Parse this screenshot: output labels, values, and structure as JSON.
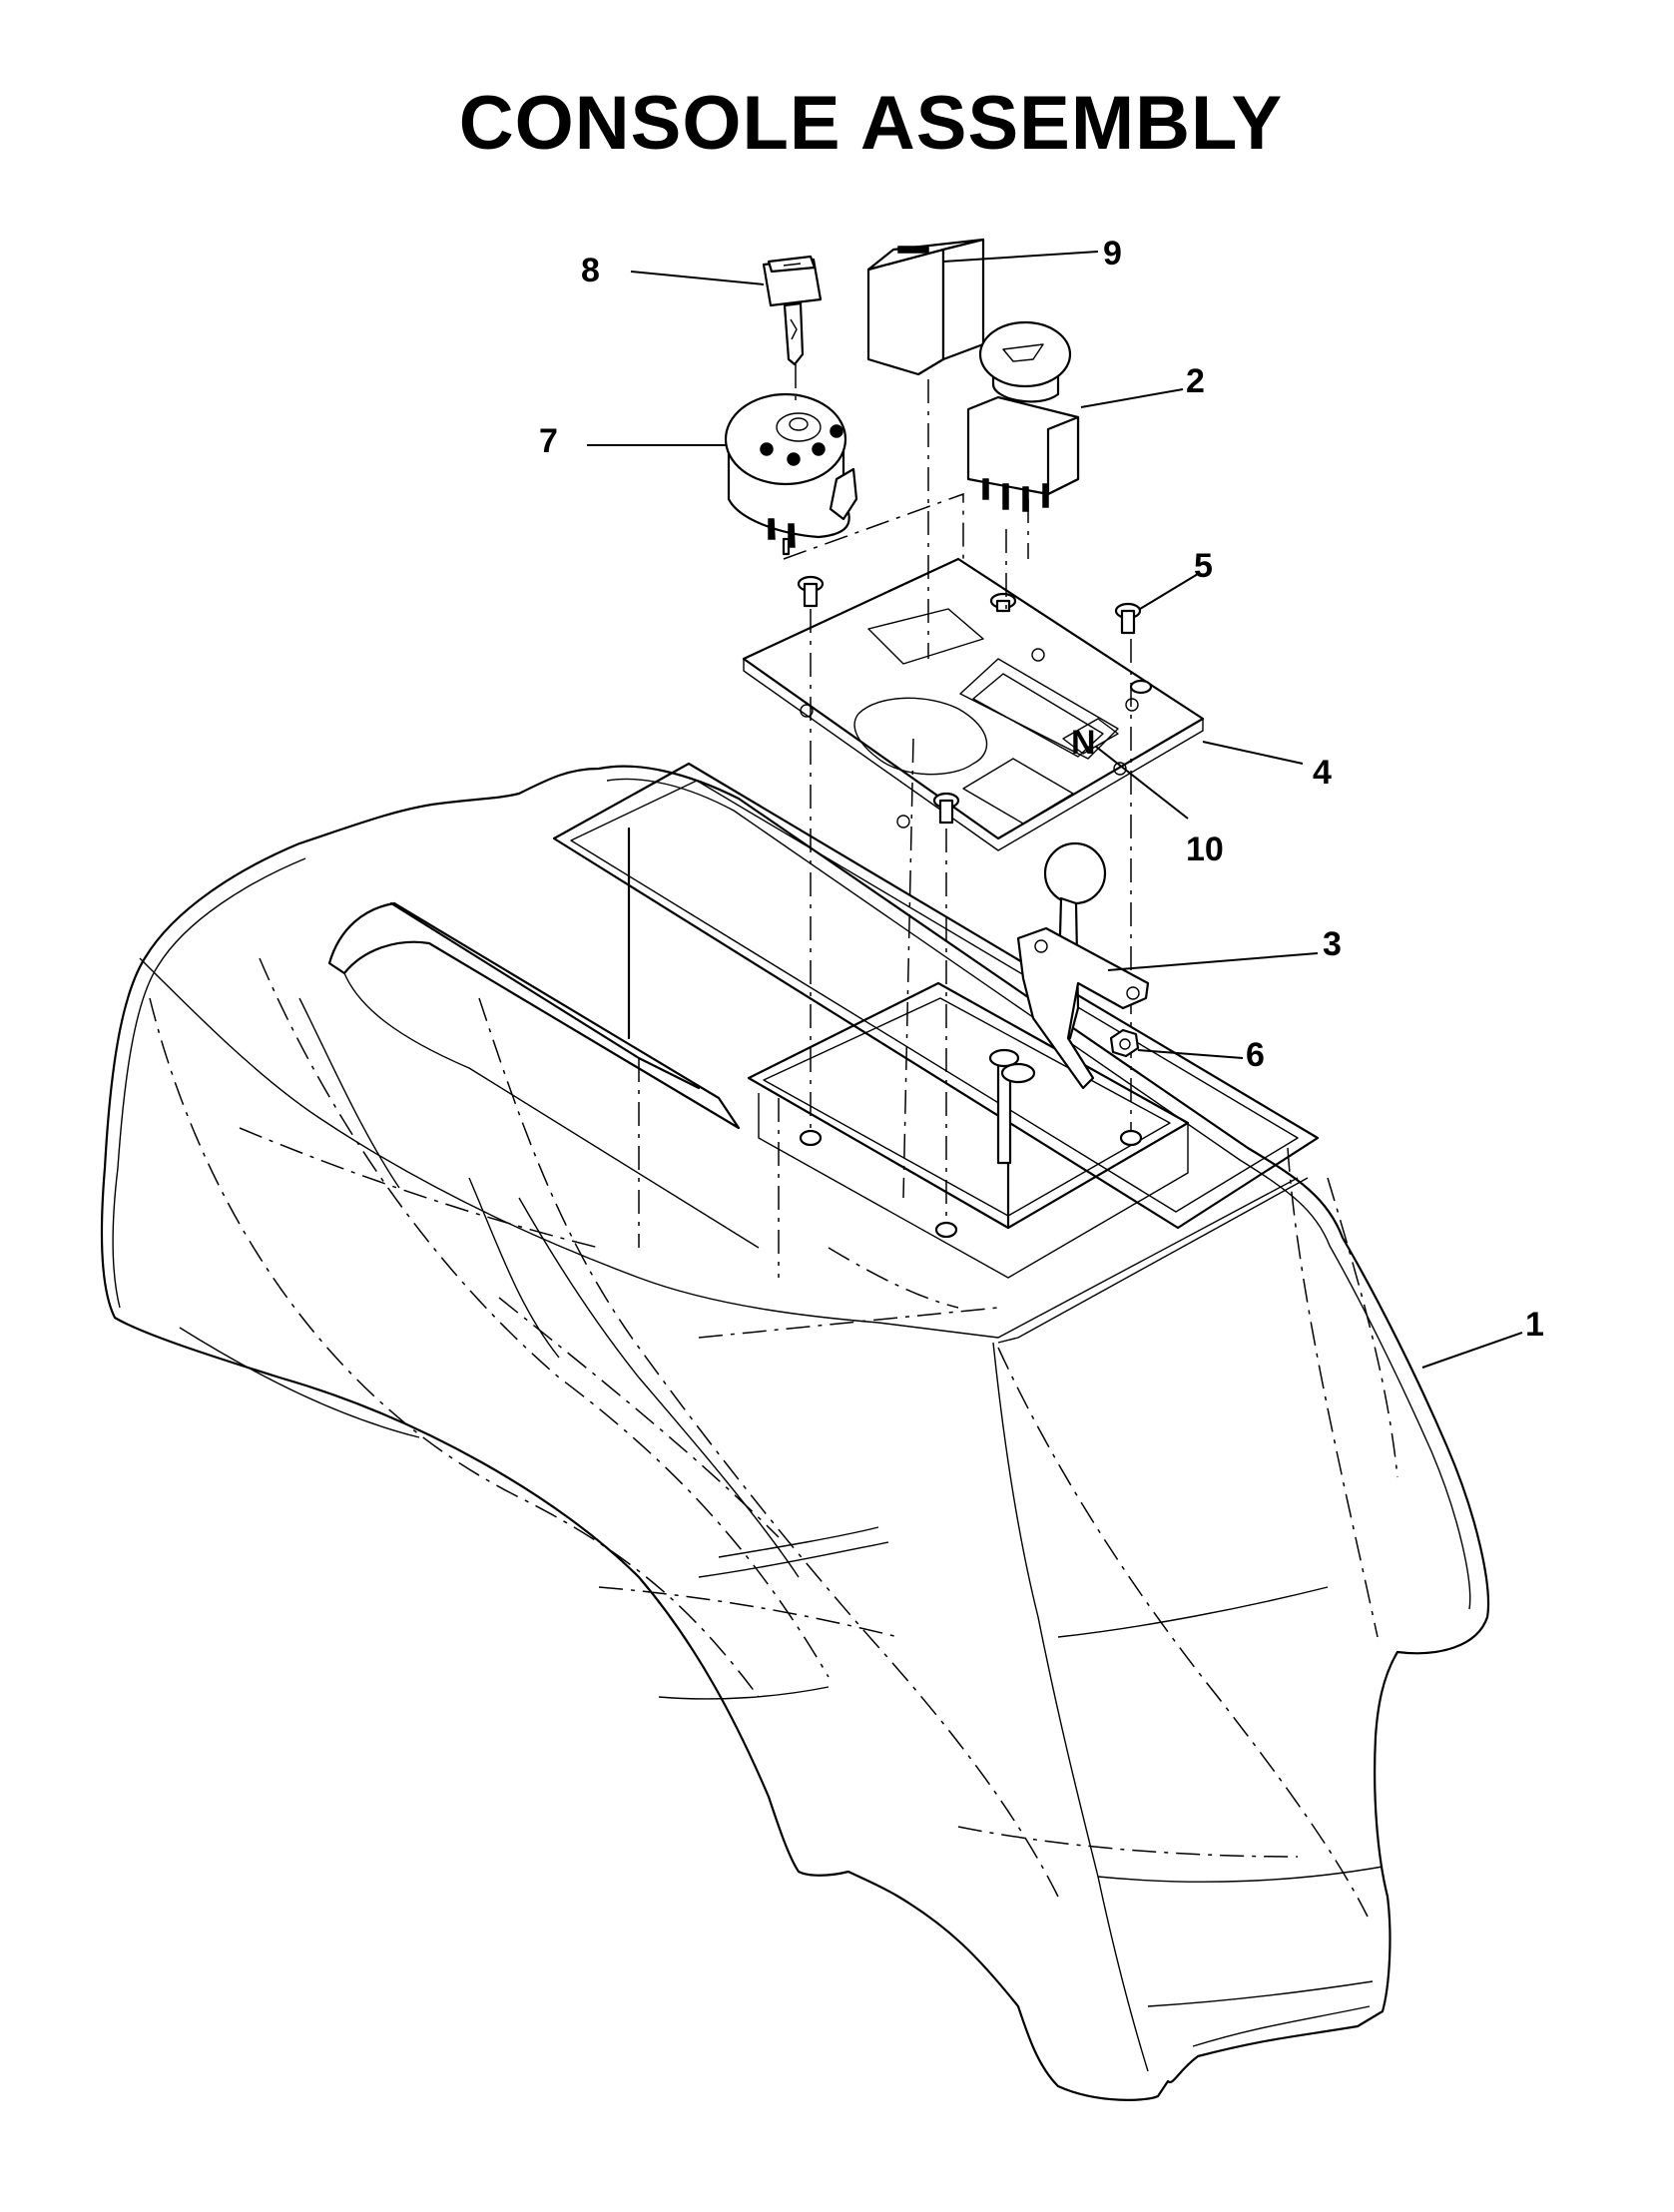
{
  "title": "CONSOLE ASSEMBLY",
  "callouts": [
    {
      "part": "console",
      "label": "1"
    },
    {
      "part": "seat-switch",
      "label": "2"
    },
    {
      "part": "lever-bracket",
      "label": "3"
    },
    {
      "part": "control-plate",
      "label": "4"
    },
    {
      "part": "screw",
      "label": "5"
    },
    {
      "part": "nut",
      "label": "6"
    },
    {
      "part": "ignition-switch",
      "label": "7"
    },
    {
      "part": "key",
      "label": "8"
    },
    {
      "part": "hour-meter",
      "label": "9"
    },
    {
      "part": "throttle-decal",
      "label": "10"
    }
  ]
}
